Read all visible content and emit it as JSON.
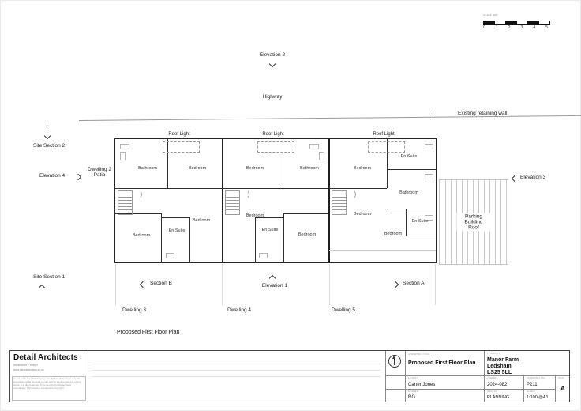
{
  "scale_bar": {
    "label": "SCALE BAR",
    "ticks": [
      "0",
      "1",
      "2",
      "3",
      "4",
      "5"
    ]
  },
  "annotations": {
    "elevation_2": "Elevation 2",
    "highway": "Highway",
    "existing_retaining_wall": "Existing retaining wall",
    "site_section_2": "Site Section 2",
    "elevation_4": "Elevation 4",
    "dwelling_2_patio": "Dwelling 2\nPatio",
    "elevation_3": "Elevation 3",
    "parking_building_roof": "Parking Building\nRoof",
    "site_section_1": "Site Section 1",
    "section_b": "Section B",
    "elevation_1": "Elevation 1",
    "section_a": "Section A",
    "dwelling_3": "Dwelling 3",
    "dwelling_4": "Dwelling 4",
    "dwelling_5": "Dwelling 5",
    "plan_caption": "Proposed First Floor Plan"
  },
  "roof_lights": [
    "Roof Light",
    "Roof Light",
    "Roof Light"
  ],
  "rooms": [
    {
      "label": "Bathroom"
    },
    {
      "label": "Bedroom"
    },
    {
      "label": "Bedroom"
    },
    {
      "label": "En Suite"
    },
    {
      "label": "Bedroom"
    },
    {
      "label": "Bedroom"
    },
    {
      "label": "Bathroom"
    },
    {
      "label": "Bedroom"
    },
    {
      "label": "En Suite"
    },
    {
      "label": "Bedroom"
    },
    {
      "label": "Bedroom"
    },
    {
      "label": "En Suite"
    },
    {
      "label": "Bathroom"
    },
    {
      "label": "Bedroom"
    },
    {
      "label": "En Suite"
    },
    {
      "label": "Bedroom"
    }
  ],
  "title_block": {
    "firm": "Detail Architects",
    "firm_line1": "architecture + design",
    "firm_line2": "www.detailarchitects.co.uk",
    "disclaimer": "Do not scale from this drawing. Use figured dimensions only. All dimensions to be checked on site prior to commencement of any works. Any discrepancies to be reported to the architect immediately. This drawing is subject to copyright.",
    "drawing_title_caption": "DRAWING TITLE",
    "drawing_title": "Proposed First Floor Plan",
    "project_caption": "PROJECT",
    "project_line1": "Manor Farm",
    "project_line2": "Ledsham",
    "project_line3": "LS25 5LL",
    "fields": {
      "client_caption": "CLIENT",
      "client": "Carter Jones",
      "job_caption": "JOB NO.",
      "job": "2024-082",
      "dwg_caption": "DRAWING NO.",
      "dwg": "P211",
      "rev_caption": "REV.",
      "rev": "A",
      "drawn_caption": "DRAWN",
      "drawn": "RG",
      "status_caption": "STATUS",
      "status": "PLANNING",
      "scale_caption": "SCALE",
      "scale": "1:100  @A1"
    }
  }
}
